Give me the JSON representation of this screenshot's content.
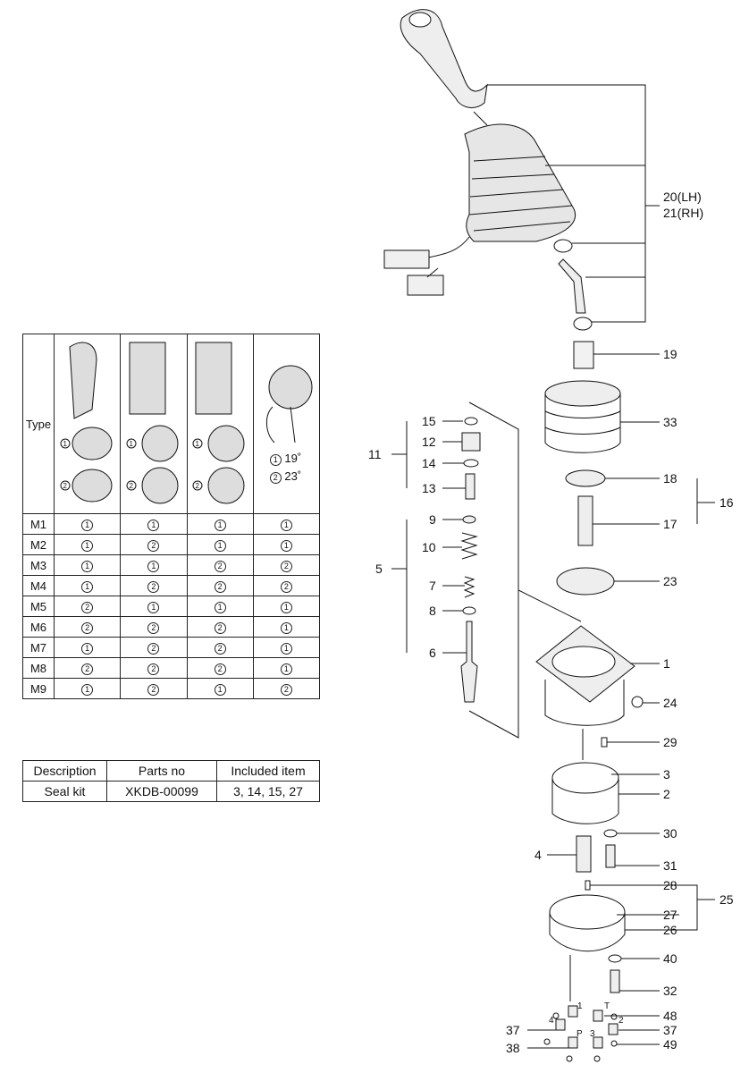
{
  "callouts": {
    "c20": "20(LH)",
    "c21": "21(RH)",
    "c19": "19",
    "c33": "33",
    "c18": "18",
    "c16": "16",
    "c17": "17",
    "c23": "23",
    "c1": "1",
    "c24": "24",
    "c29": "29",
    "c3": "3",
    "c2": "2",
    "c30": "30",
    "c4": "4",
    "c31": "31",
    "c28": "28",
    "c25": "25",
    "c27": "27",
    "c26": "26",
    "c40": "40",
    "c32": "32",
    "c48": "48",
    "c37a": "37",
    "c37b": "37",
    "c38": "38",
    "c49": "49",
    "c15": "15",
    "c11": "11",
    "c12": "12",
    "c14": "14",
    "c13": "13",
    "c9": "9",
    "c10": "10",
    "c5": "5",
    "c7": "7",
    "c8": "8",
    "c6": "6",
    "port1": "1",
    "portT": "T",
    "port4": "4",
    "portP": "P",
    "port2": "2",
    "port3": "3"
  },
  "type_table": {
    "header_label": "Type",
    "angle_options": [
      {
        "num": "1",
        "value": "19˚"
      },
      {
        "num": "2",
        "value": "23˚"
      }
    ],
    "rows": [
      {
        "model": "M1",
        "values": [
          "1",
          "1",
          "1",
          "1"
        ]
      },
      {
        "model": "M2",
        "values": [
          "1",
          "2",
          "1",
          "1"
        ]
      },
      {
        "model": "M3",
        "values": [
          "1",
          "1",
          "2",
          "2"
        ]
      },
      {
        "model": "M4",
        "values": [
          "1",
          "2",
          "2",
          "2"
        ]
      },
      {
        "model": "M5",
        "values": [
          "2",
          "1",
          "1",
          "1"
        ]
      },
      {
        "model": "M6",
        "values": [
          "2",
          "2",
          "2",
          "1"
        ]
      },
      {
        "model": "M7",
        "values": [
          "1",
          "2",
          "2",
          "1"
        ]
      },
      {
        "model": "M8",
        "values": [
          "2",
          "2",
          "2",
          "1"
        ]
      },
      {
        "model": "M9",
        "values": [
          "1",
          "2",
          "1",
          "2"
        ]
      }
    ]
  },
  "seal_table": {
    "headers": [
      "Description",
      "Parts no",
      "Included item"
    ],
    "row": [
      "Seal kit",
      "XKDB-00099",
      "3, 14, 15, 27"
    ]
  }
}
